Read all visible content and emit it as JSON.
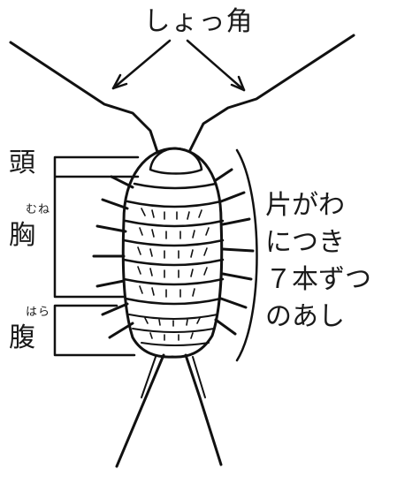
{
  "labels": {
    "antenna": "しょっ角",
    "head": "頭",
    "thorax_ruby": "むね",
    "thorax": "胸",
    "abdomen_ruby": "はら",
    "abdomen": "腹",
    "legs_note": [
      "片がわ",
      "につき",
      "７本ずつ",
      "のあし"
    ]
  },
  "colors": {
    "ink": "#111111",
    "background": "#ffffff"
  }
}
